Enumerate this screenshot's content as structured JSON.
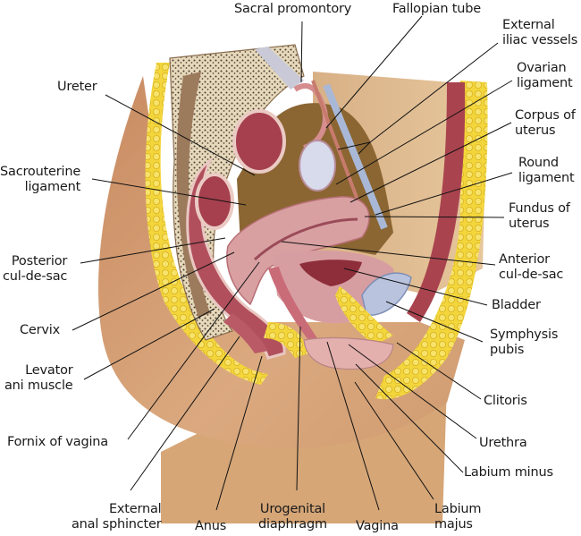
{
  "figure": {
    "title": "Female pelvis, midsagittal section",
    "colors": {
      "skin": "#d9a57e",
      "skin_dark": "#c38a64",
      "fat": "#f2d43a",
      "muscle": "#b8555f",
      "mucosa": "#e3a7a9",
      "bone": "#e8dcc0",
      "bladder": "#b9c3de",
      "peritoneum_cavity": "#8b6633",
      "leader_line": "#111111"
    }
  },
  "labels": {
    "sacral_promontory": "Sacral promontory",
    "fallopian_tube": "Fallopian tube",
    "external_iliac_vessels": "External\niliac vessels",
    "ovarian_ligament": "Ovarian\nligament",
    "corpus_of_uterus": "Corpus of\nuterus",
    "round_ligament": "Round\nligament",
    "fundus_of_uterus": "Fundus of\nuterus",
    "anterior_cul_de_sac": "Anterior\ncul-de-sac",
    "bladder": "Bladder",
    "symphysis_pubis": "Symphysis\npubis",
    "clitoris": "Clitoris",
    "urethra": "Urethra",
    "labium_minus": "Labium minus",
    "labium_majus": "Labium\nmajus",
    "vagina": "Vagina",
    "urogenital_diaphragm": "Urogenital\ndiaphragm",
    "anus": "Anus",
    "external_anal_sphincter": "External\nanal sphincter",
    "fornix_of_vagina": "Fornix of vagina",
    "levator_ani_muscle": "Levator\nani muscle",
    "cervix": "Cervix",
    "posterior_cul_de_sac": "Posterior\ncul-de-sac",
    "sacrouterine_ligament": "Sacrouterine\nligament",
    "ureter": "Ureter"
  }
}
